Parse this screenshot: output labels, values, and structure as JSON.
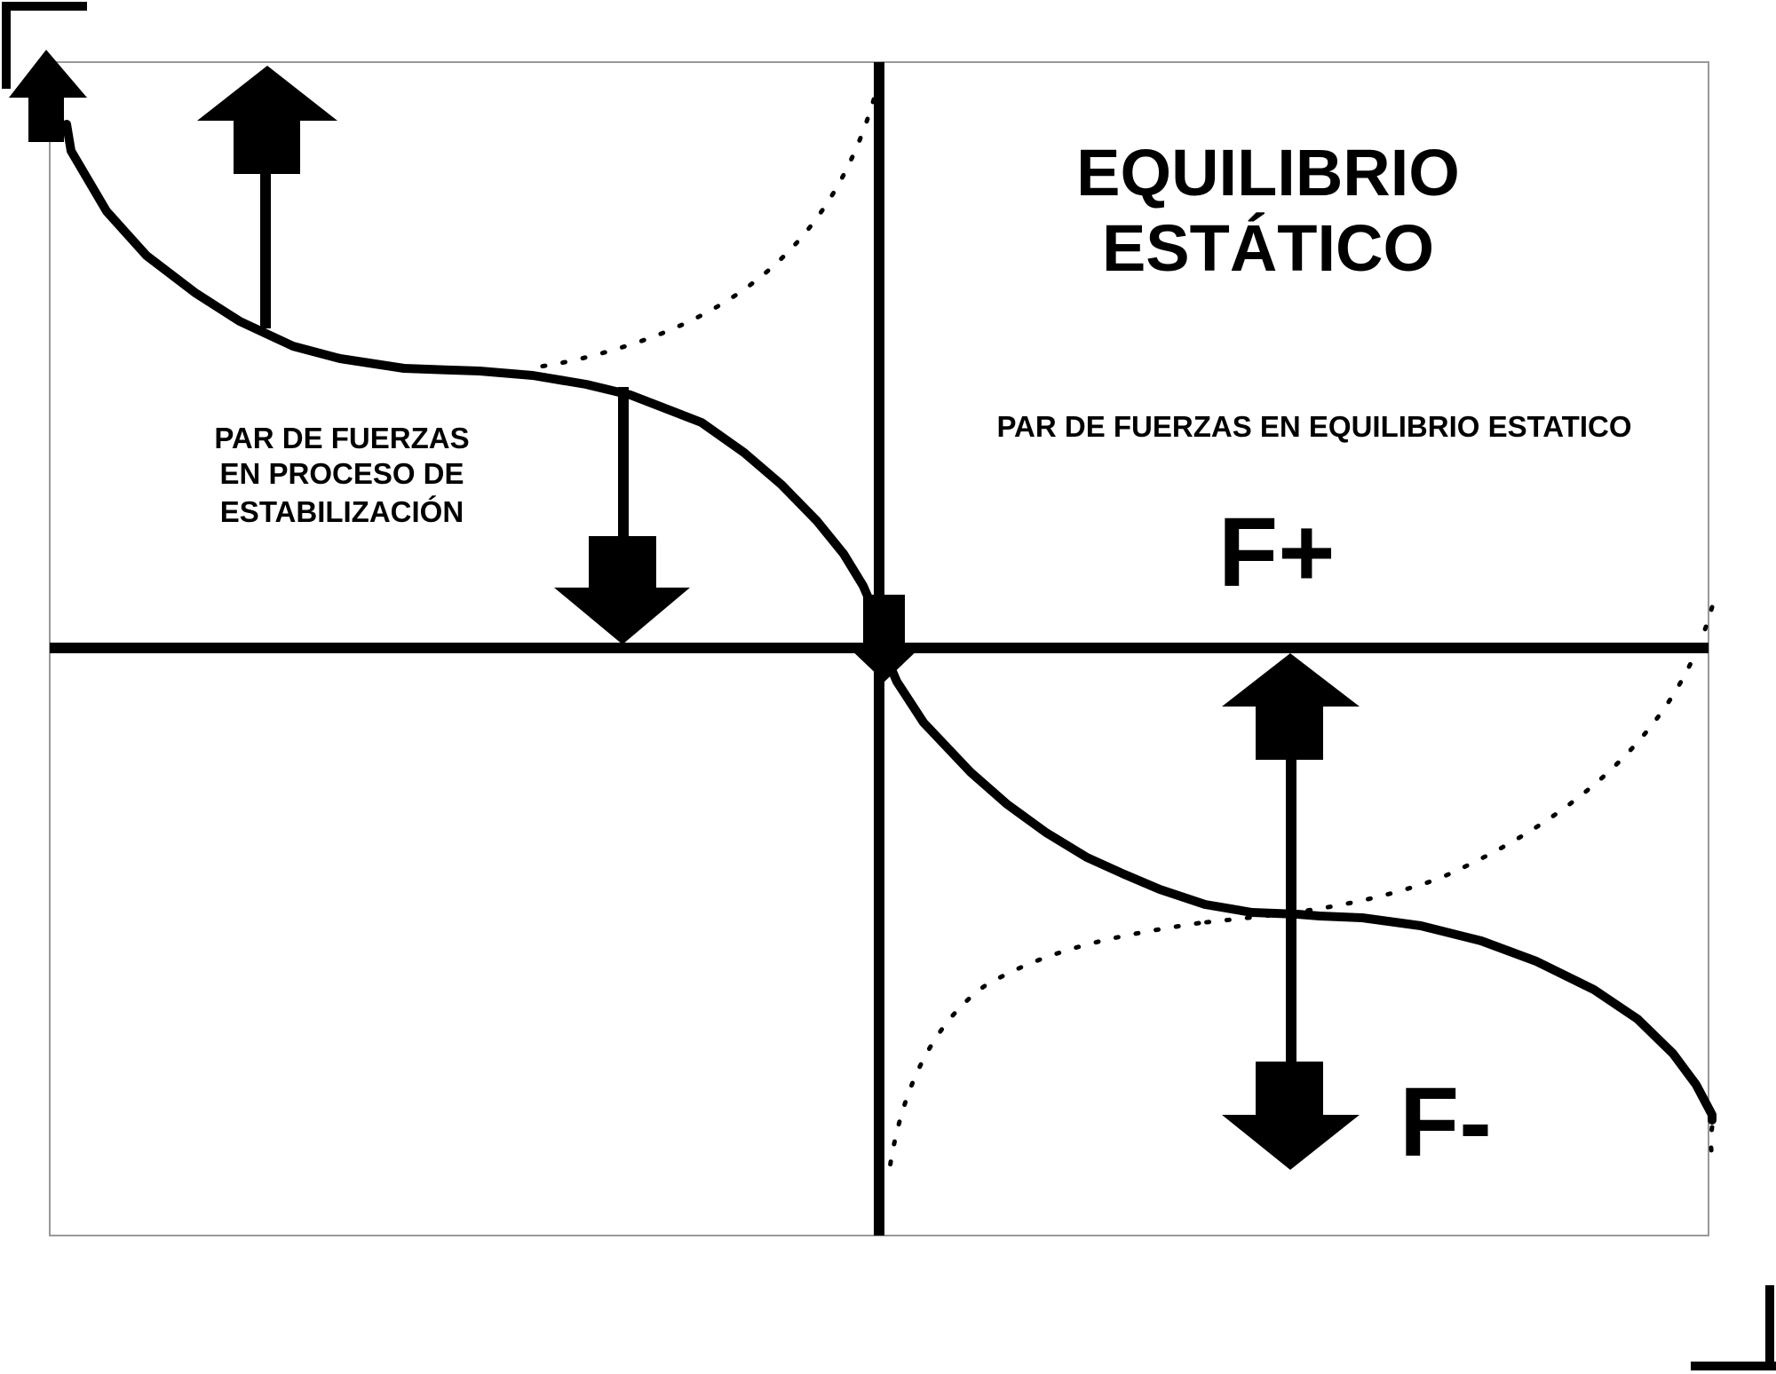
{
  "title_line1": "EQUILIBRIO",
  "title_line2": "ESTÁTICO",
  "left_label": {
    "line1": "PAR DE FUERZAS",
    "line2": "EN PROCESO DE",
    "line3": "ESTABILIZACIÓN"
  },
  "right_label": "PAR DE FUERZAS EN EQUILIBRIO ESTATICO",
  "f_plus": "F+",
  "f_minus": "F-",
  "colors": {
    "ink": "#000000",
    "frame": "#999999",
    "background": "#ffffff"
  },
  "icons": {
    "up_arrow": "block-arrow-up",
    "down_arrow": "block-arrow-down",
    "corner_marks": "crop-marks"
  }
}
